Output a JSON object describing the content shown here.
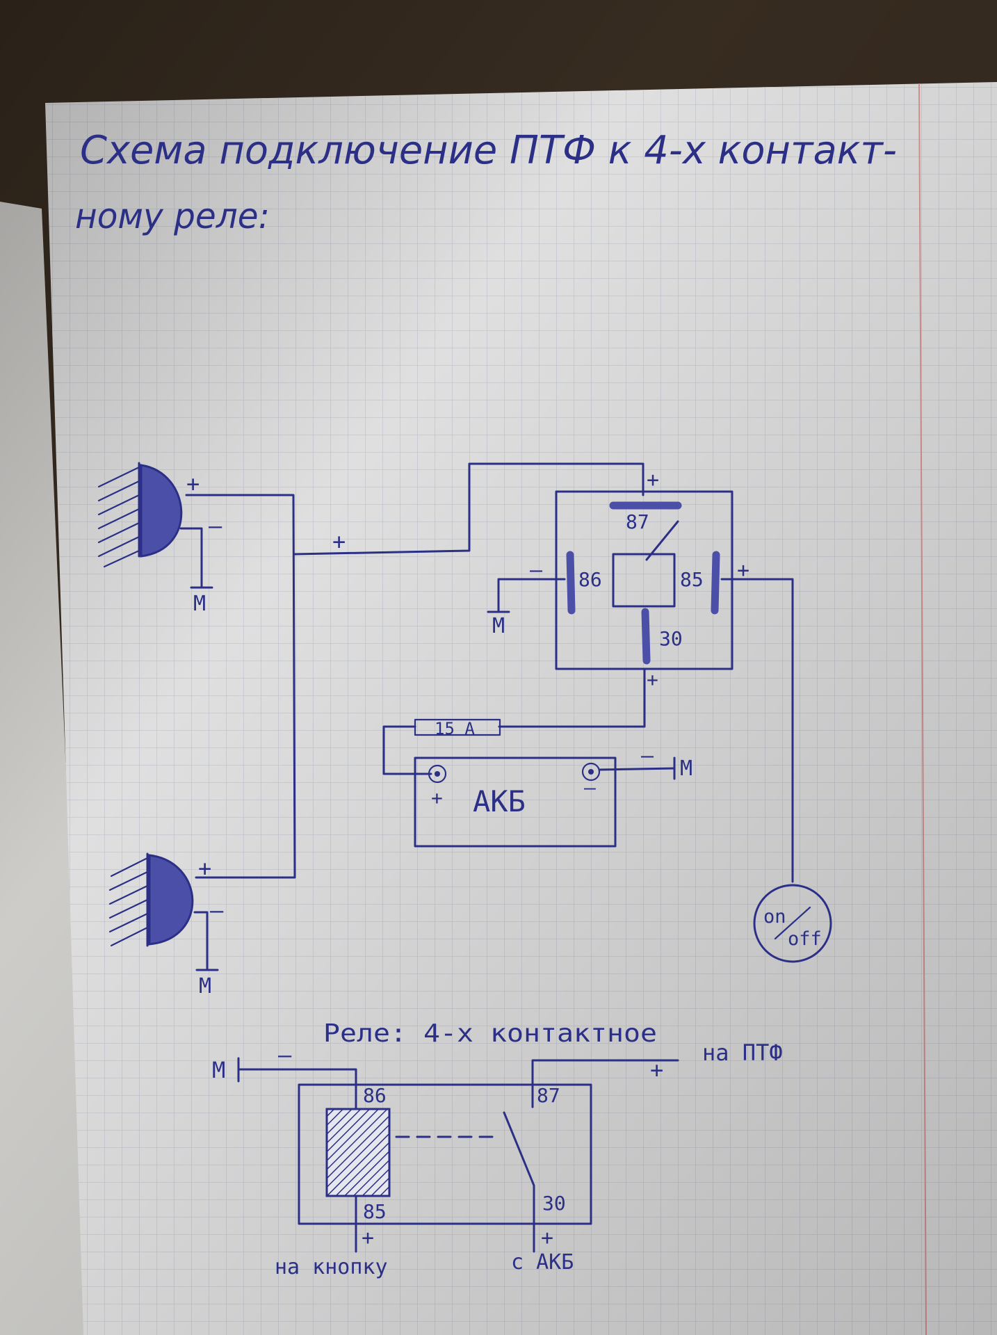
{
  "title": {
    "line1": "Схема подключение ПТФ к 4-х контакт-",
    "line2": "ному реле:"
  },
  "colors": {
    "ink": "#2c2f86",
    "lamp_fill": "#4b4fa8",
    "paper": "#ebebec",
    "grid": "#c9cdd6",
    "margin_line": "#e39a9a"
  },
  "top_schematic": {
    "lamp_top": {
      "plus": "+",
      "minus": "–",
      "ground": "М"
    },
    "lamp_bottom": {
      "plus": "+",
      "minus": "–",
      "ground": "М"
    },
    "feed_wire_plus": "+",
    "relay": {
      "pin87": "87",
      "pin87_sign": "+",
      "pin86": "86",
      "pin86_sign": "–",
      "pin86_ground": "М",
      "pin85": "85",
      "pin85_sign": "+",
      "pin30": "30",
      "pin30_sign": "+"
    },
    "fuse_label": "15 А",
    "battery": {
      "label": "АКБ",
      "plus": "+",
      "minus": "–",
      "minus_wire_sign": "–",
      "ground": "М"
    },
    "switch_label_top": "on",
    "switch_label_bottom": "off"
  },
  "bottom_schematic": {
    "heading": "Реле: 4-х контактное",
    "ground": "М",
    "minus": "–",
    "plus_top": "+",
    "to_fog_lights": "на ПТФ",
    "pin86": "86",
    "pin87": "87",
    "pin85": "85",
    "pin30": "30",
    "plus_85": "+",
    "plus_30": "+",
    "to_button": "на кнопку",
    "from_battery": "с АКБ"
  }
}
